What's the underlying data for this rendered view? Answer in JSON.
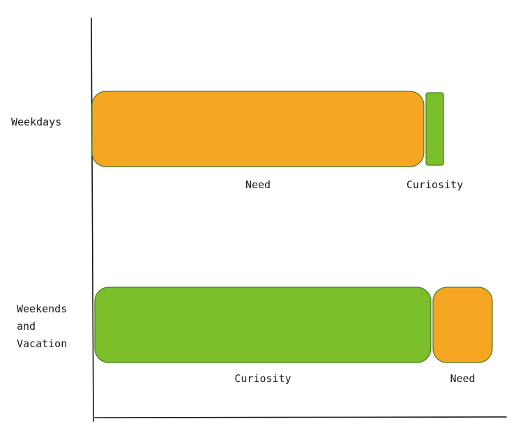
{
  "chart_data": {
    "type": "bar",
    "orientation": "horizontal",
    "stacked": true,
    "categories": [
      [
        "Weekdays"
      ],
      [
        "Weekends",
        "and",
        "Vacation"
      ]
    ],
    "segments": [
      [
        {
          "label": "Need",
          "value": 0.95,
          "color": "#f5a623"
        },
        {
          "label": "Curiosity",
          "value": 0.05,
          "color": "#7bbf2a"
        }
      ],
      [
        {
          "label": "Curiosity",
          "value": 0.85,
          "color": "#7bbf2a"
        },
        {
          "label": "Need",
          "value": 0.15,
          "color": "#f5a623"
        }
      ]
    ],
    "title": "",
    "xlabel": "",
    "ylabel": "",
    "grid": false,
    "legend": "none"
  }
}
